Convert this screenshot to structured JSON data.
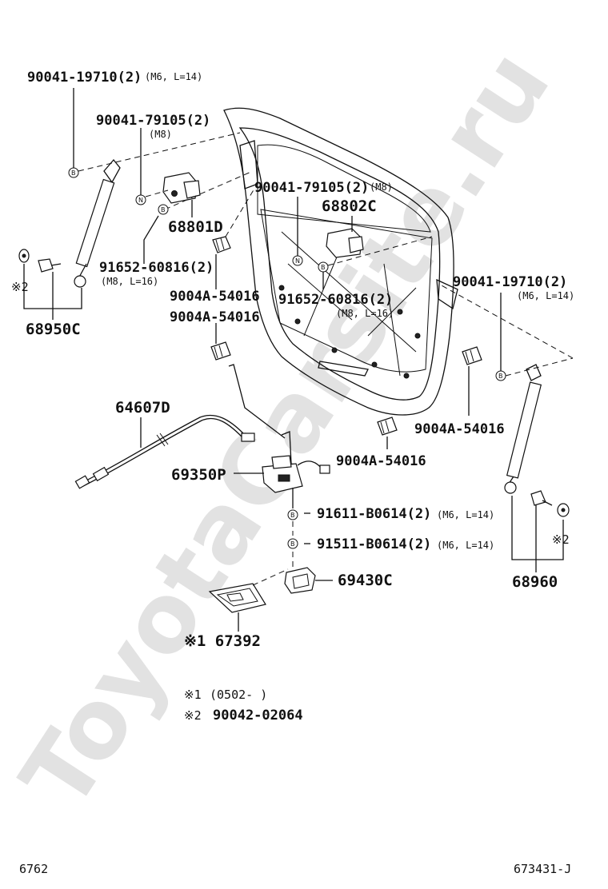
{
  "watermark": "ToyotaCarsite.ru",
  "labels": {
    "l1": "90041-19710(2)",
    "l1s": "(M6, L=14)",
    "l2": "90041-79105(2)",
    "l2s": "(M8)",
    "l3": "68801D",
    "l4": "91652-60816(2)",
    "l4s": "(M8, L=16)",
    "l5": "※2",
    "l6": "68950C",
    "l7": "90041-79105(2)",
    "l7s": "(M8)",
    "l8": "68802C",
    "l9": "9004A-54016",
    "l10": "9004A-54016",
    "l11": "91652-60816(2)",
    "l11s": "(M8, L=16)",
    "l12": "90041-19710(2)",
    "l12s": "(M6, L=14)",
    "l13": "9004A-54016",
    "l14": "9004A-54016",
    "l15": "64607D",
    "l16": "69350P",
    "l17": "91611-B0614(2)",
    "l17s": "(M6, L=14)",
    "l18": "91511-B0614(2)",
    "l18s": "(M6, L=14)",
    "l19": "69430C",
    "l20": "※2",
    "l21": "68960",
    "l22": "※1  67392"
  },
  "markers": {
    "b": "B",
    "n": "N"
  },
  "notes": {
    "n1_mark": "※1",
    "n1_text": "(0502-    )",
    "n2_mark": "※2",
    "n2_text": "90042-02064"
  },
  "footer": {
    "left": "6762",
    "right": "673431-J"
  }
}
